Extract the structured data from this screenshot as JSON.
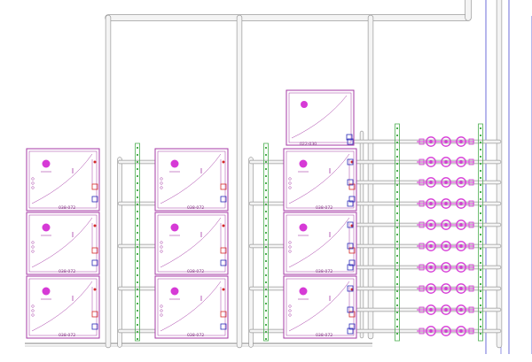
{
  "diagram": {
    "colors": {
      "background": "#ffffff",
      "cabinet_outline": "#a63aa6",
      "pipe": "#9a9a9a",
      "pipe_fill": "#f4f4f4",
      "valve_blue": "#2a2ab8",
      "valve_red": "#d42a2a",
      "pump_magenta": "#d63ad6",
      "rail_green": "#4caf50",
      "guide_blue": "#4a4ad0",
      "label": "#7a2a7a"
    },
    "cabinets": [
      {
        "model": "038-072",
        "row": 0,
        "col": 0
      },
      {
        "model": "038-072",
        "row": 0,
        "col": 1
      },
      {
        "model": "038-072",
        "row": 0,
        "col": 2
      },
      {
        "model": "038-072",
        "row": 1,
        "col": 0
      },
      {
        "model": "038-072",
        "row": 1,
        "col": 1
      },
      {
        "model": "038-072",
        "row": 1,
        "col": 2
      },
      {
        "model": "038-072",
        "row": 2,
        "col": 0
      },
      {
        "model": "038-072",
        "row": 2,
        "col": 1
      },
      {
        "model": "038-072",
        "row": 2,
        "col": 2
      }
    ],
    "top_cabinet": {
      "model": "022-030"
    },
    "pump_rows": 10,
    "pumps_per_row": 3,
    "header_icons": [
      "pipe-header-icon",
      "riser-icon",
      "valve-icon",
      "pump-icon",
      "rail-icon"
    ]
  }
}
